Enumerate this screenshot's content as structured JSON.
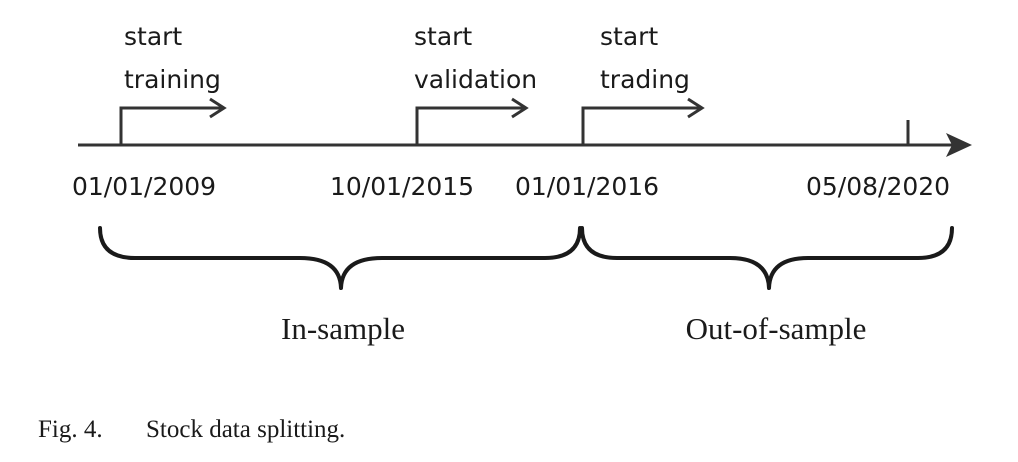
{
  "milestones": [
    {
      "line1": "start",
      "line2": "training"
    },
    {
      "line1": "start",
      "line2": "validation"
    },
    {
      "line1": "start",
      "line2": "trading"
    }
  ],
  "dates": [
    "01/01/2009",
    "10/01/2015",
    "01/01/2016",
    "05/08/2020"
  ],
  "periods": {
    "in_sample": "In-sample",
    "out_of_sample": "Out-of-sample"
  },
  "caption": {
    "label": "Fig. 4.",
    "text": "Stock data splitting."
  }
}
